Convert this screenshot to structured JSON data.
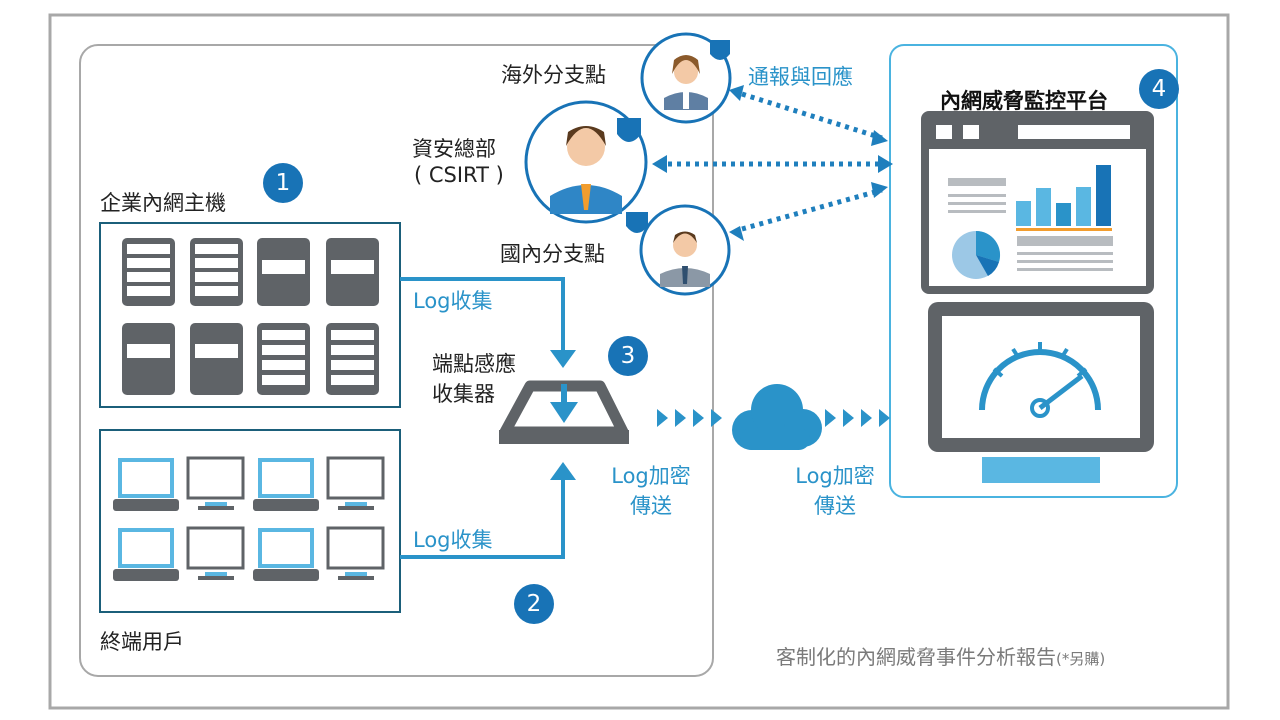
{
  "corporate_hosts": {
    "label": "企業內網主機",
    "step": "1"
  },
  "end_users": {
    "label": "終端用戶",
    "step": "2"
  },
  "collector": {
    "label_line1": "端點感應",
    "label_line2": "收集器",
    "step": "3"
  },
  "platform": {
    "label": "內網威脅監控平台",
    "step": "4"
  },
  "log_collect_top": "Log收集",
  "log_collect_bottom": "Log收集",
  "encrypt_transfer_1": {
    "line1": "Log加密",
    "line2": "傳送"
  },
  "encrypt_transfer_2": {
    "line1": "Log加密",
    "line2": "傳送"
  },
  "notify_response": "通報與回應",
  "overseas_branch": "海外分支點",
  "hq_security": {
    "line1": "資安總部",
    "line2": "( CSIRT )"
  },
  "domestic_branch": "國內分支點",
  "report": {
    "main": "客制化的內網威脅事件分析報告",
    "note": "(*另購)"
  },
  "colors": {
    "accent": "#2a93c9",
    "badge": "#1873b6",
    "frame": "#9a9a9a",
    "device": "#5f6367",
    "screen_blue": "#5ab7e2"
  }
}
